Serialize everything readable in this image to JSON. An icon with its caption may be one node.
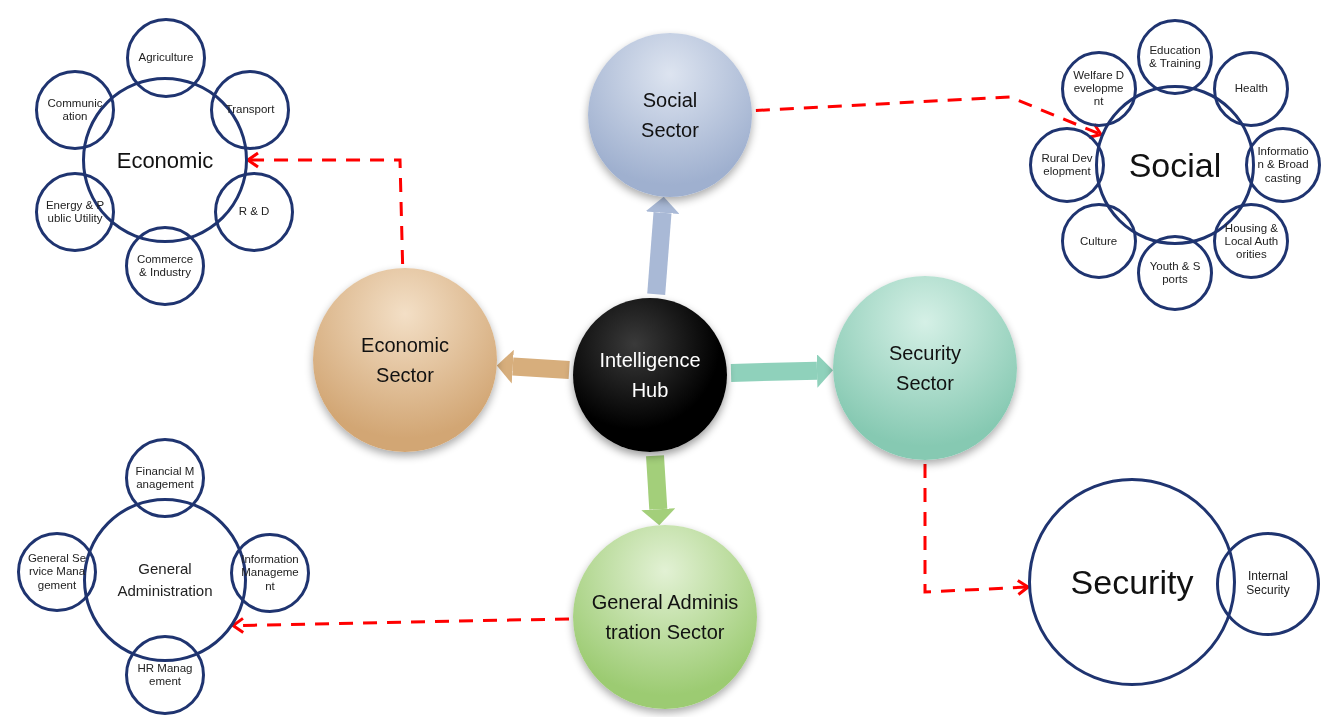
{
  "diagram": {
    "nodes": [
      {
        "text": [
          "Intelligence Hub"
        ]
      },
      {
        "text": [
          "Social Sector"
        ]
      },
      {
        "text": [
          "Security Sector"
        ]
      },
      {
        "text": [
          "General Administration Sector"
        ]
      },
      {
        "text": [
          "Economic Sector"
        ]
      },
      {
        "text": [
          "Economic"
        ]
      },
      {
        "text": [
          "Agriculture"
        ]
      },
      {
        "text": [
          "Transport"
        ]
      },
      {
        "text": [
          "R & D"
        ]
      },
      {
        "text": [
          "Commerce & Industry"
        ]
      },
      {
        "text": [
          "Energy & Public Utility"
        ]
      },
      {
        "text": [
          "Communication"
        ]
      },
      {
        "text": [
          "Social"
        ]
      },
      {
        "text": [
          "Education & Training"
        ]
      },
      {
        "text": [
          "Health"
        ]
      },
      {
        "text": [
          "Information & Broadcasting"
        ]
      },
      {
        "text": [
          "Housing & Local Authorities"
        ]
      },
      {
        "text": [
          "Youth & Sports"
        ]
      },
      {
        "text": [
          "Culture"
        ]
      },
      {
        "text": [
          "Rural Development"
        ]
      },
      {
        "text": [
          "Welfare Development"
        ]
      },
      {
        "text": [
          "General Administration"
        ]
      },
      {
        "text": [
          "Financial Management"
        ]
      },
      {
        "text": [
          "Information Management"
        ]
      },
      {
        "text": [
          "HR Management"
        ]
      },
      {
        "text": [
          "General Service Management"
        ]
      },
      {
        "text": [
          "Security"
        ]
      },
      {
        "text": [
          "Internal Security"
        ]
      }
    ],
    "edges": [
      {
        "from": 0,
        "to": 1,
        "arrow": "to",
        "style": "thick",
        "color": "#a9b9d6"
      },
      {
        "from": 0,
        "to": 2,
        "arrow": "to",
        "style": "thick",
        "color": "#8fd1bb"
      },
      {
        "from": 0,
        "to": 3,
        "arrow": "to",
        "style": "thick",
        "color": "#a3cf7a"
      },
      {
        "from": 0,
        "to": 4,
        "arrow": "to",
        "style": "thick",
        "color": "#d7ae7c"
      },
      {
        "from": 4,
        "to": 5,
        "arrow": "to",
        "style": "dashed",
        "color": "#ff0000"
      },
      {
        "from": 1,
        "to": 12,
        "arrow": "to",
        "style": "dashed",
        "color": "#ff0000"
      },
      {
        "from": 2,
        "to": 26,
        "arrow": "to",
        "style": "dashed",
        "color": "#ff0000"
      },
      {
        "from": 3,
        "to": 21,
        "arrow": "to",
        "style": "dashed",
        "color": "#ff0000"
      }
    ]
  }
}
